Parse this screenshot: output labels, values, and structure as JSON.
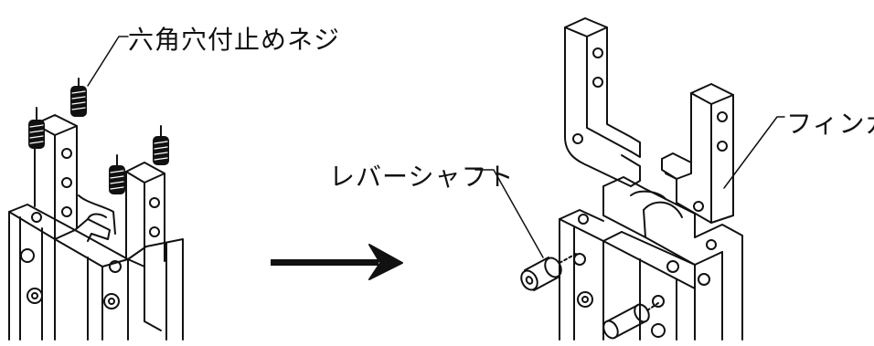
{
  "labels": {
    "set_screw": "六角穴付止めネジ",
    "lever_shaft": "レバーシャフト",
    "finger": "フィンガ"
  },
  "colors": {
    "ink": "#111111",
    "paper": "#ffffff"
  }
}
